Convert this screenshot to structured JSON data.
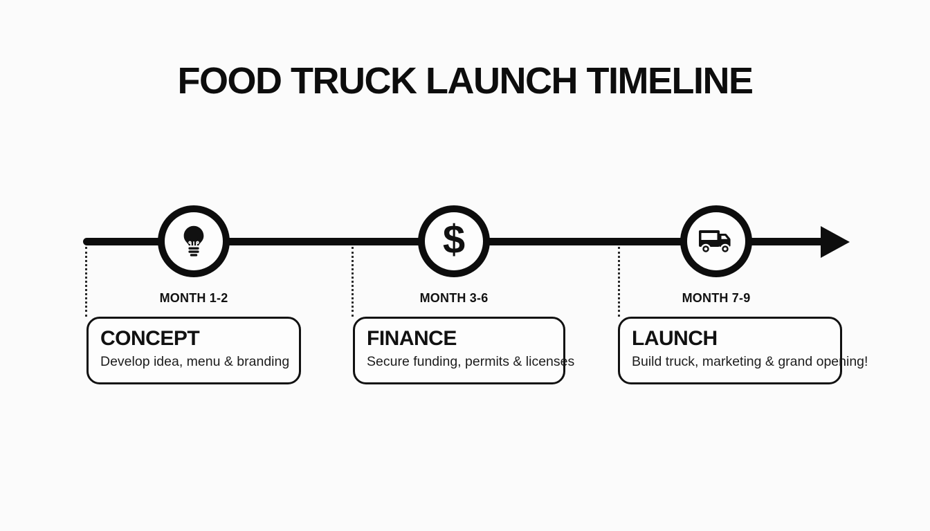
{
  "title": "FOOD TRUCK LAUNCH TIMELINE",
  "colors": {
    "background": "#fbfbfb",
    "ink": "#0d0d0d",
    "card_background": "#fdfdfd"
  },
  "timeline": {
    "axis": "horizontal-arrow-right",
    "milestones": [
      {
        "name": "concept",
        "icon": "lightbulb-icon",
        "month_label": "MONTH 1-2",
        "card_title": "CONCEPT",
        "card_subtitle": "Develop idea, menu & branding"
      },
      {
        "name": "finance",
        "icon": "dollar-icon",
        "icon_glyph": "$",
        "month_label": "MONTH 3-6",
        "card_title": "FINANCE",
        "card_subtitle": "Secure funding, permits & licenses"
      },
      {
        "name": "launch",
        "icon": "food-truck-icon",
        "month_label": "MONTH 7-9",
        "card_title": "LAUNCH",
        "card_subtitle": "Build truck, marketing & grand opening!"
      }
    ]
  }
}
